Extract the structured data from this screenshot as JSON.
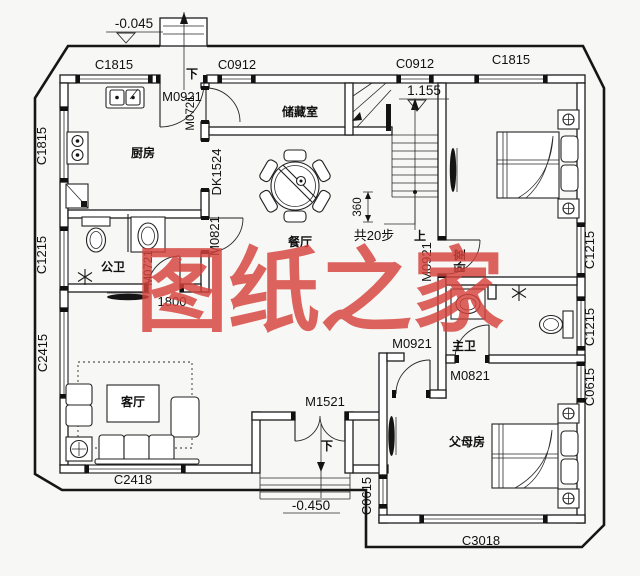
{
  "watermark": {
    "text": "图纸之家",
    "color": "#d6423c"
  },
  "levels": {
    "back_entry": "-0.045",
    "stair_landing": "1.155",
    "front_entry": "-0.450"
  },
  "rooms": {
    "kitchen": "厨房",
    "storage": "储藏室",
    "dining": "餐厅",
    "public_bath": "公卫",
    "living": "客厅",
    "bedroom": "卧室",
    "master_bath": "主卫",
    "parents_room": "父母房"
  },
  "doors": {
    "back_door": "M0921",
    "kitchen_door": "M0721",
    "kitchen_pass": "DK1524",
    "dining_door": "M0821",
    "public_bath_door": "M0721",
    "bedroom_door": "M0921",
    "parents_door": "M0921",
    "master_bath_door": "M0821",
    "front_door": "M1521"
  },
  "windows": {
    "top_left_c1815": "C1815",
    "top_c0912_left": "C0912",
    "top_c0912_right": "C0912",
    "top_right_c1815": "C1815",
    "left_c1815": "C1815",
    "left_c1215": "C1215",
    "left_c2415": "C2415",
    "bottom_c2418": "C2418",
    "right_c1215_upper": "C1215",
    "right_c1215_lower": "C1215",
    "right_c0615": "C0615",
    "ext_west_c0615": "C0615",
    "bottom_c3018": "C3018"
  },
  "stairs": {
    "total_steps": "共20步",
    "up": "上",
    "riser": "360"
  },
  "annotations": {
    "down_back": "下",
    "down_front": "下",
    "tv_width": "1800"
  }
}
